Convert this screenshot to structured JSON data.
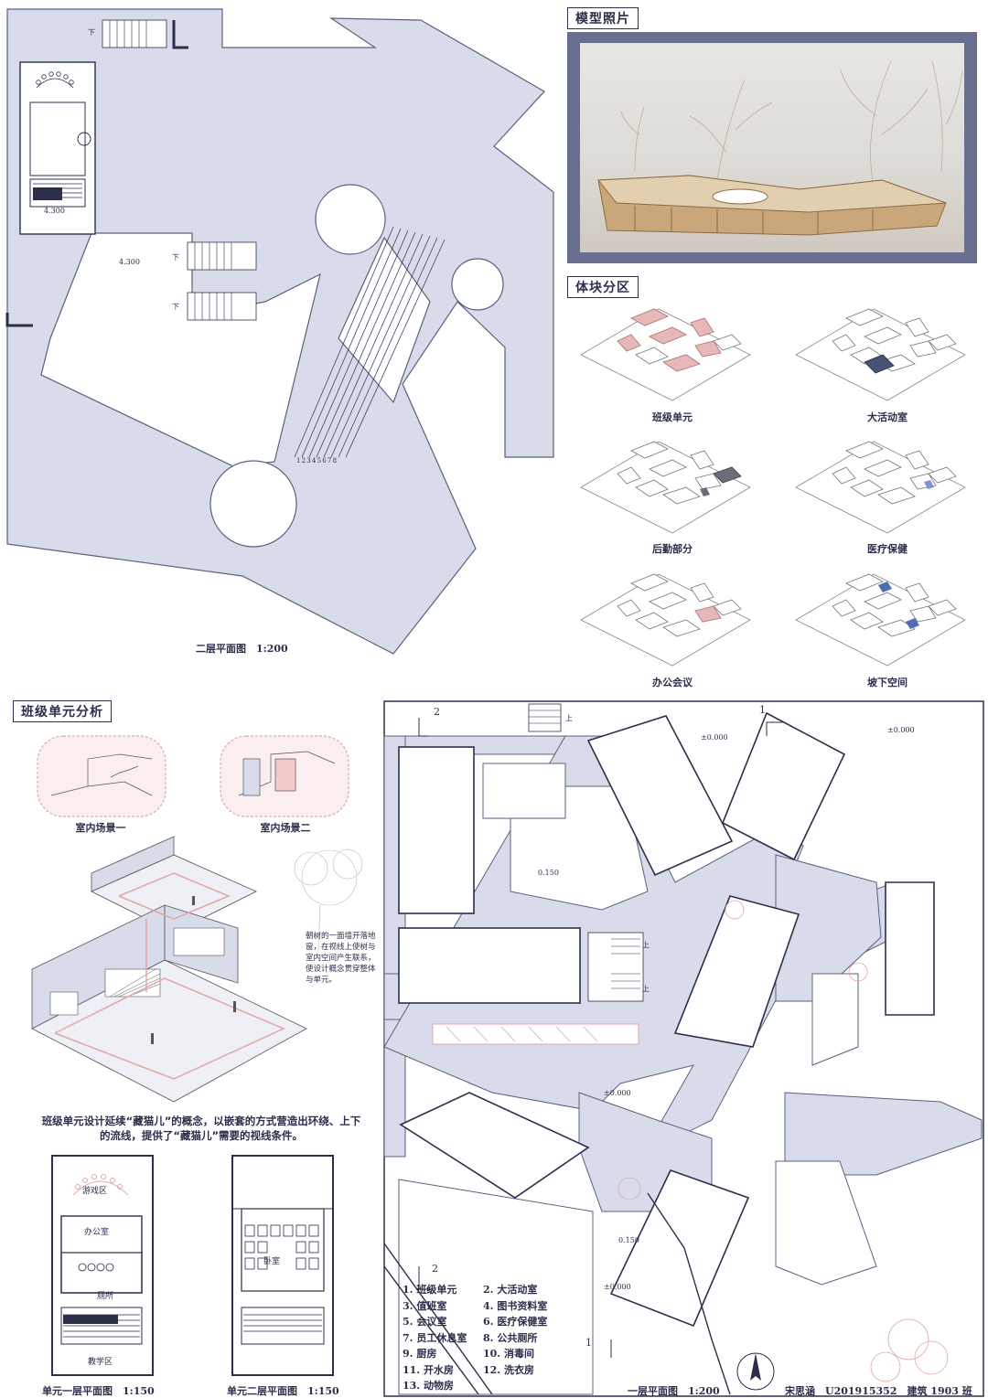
{
  "sections": {
    "model_photo_title": "模型照片",
    "massing_title": "体块分区",
    "class_unit_title": "班级单元分析"
  },
  "captions": {
    "second_floor": "二层平面图　1:200",
    "first_floor": "一层平面图　1:200",
    "unit_first": "单元一层平面图　1:150",
    "unit_second": "单元二层平面图　1:150",
    "author": "宋思涵　U201915352　建筑 1903 班"
  },
  "massing_labels": [
    "班级单元",
    "大活动室",
    "后勤部分",
    "医疗保健",
    "办公会议",
    "坡下空间"
  ],
  "scene_labels": [
    "室内场景一",
    "室内场景二"
  ],
  "annotation": "朝树的一面墙开落地窗，在视线上使树与室内空间产生联系，使设计概念贯穿整体与单元。",
  "description": "班级单元设计延续“藏猫儿”的概念，以嵌套的方式营造出环绕、上下的流线，提供了“藏猫儿”需要的视线条件。",
  "legend": [
    [
      "1. 班级单元",
      "2. 大活动室"
    ],
    [
      "3. 值班室",
      "4. 图书资料室"
    ],
    [
      "5. 会议室",
      "6. 医疗保健室"
    ],
    [
      "7. 员工休息室",
      "8. 公共厕所"
    ],
    [
      "9. 厨房",
      "10. 消毒间"
    ],
    [
      "11. 开水房",
      "12. 洗衣房"
    ],
    [
      "13. 动物房",
      ""
    ]
  ],
  "plan_marks": {
    "elev_4300": "4.300",
    "elev_zero": "±0.000",
    "elev_0150": "0.150",
    "down": "下",
    "up": "上",
    "section_1": "1",
    "section_2": "2",
    "room_play": "游戏区",
    "room_office": "办公室",
    "room_toilet": "厕所",
    "room_teach": "教学区",
    "room_sleep": "卧室",
    "stair_numbers": "12345678"
  },
  "colors": {
    "plan_fill": "#d7dbea",
    "ink": "#2b2f4a",
    "class_unit": "#e8b8b8",
    "activity": "#4a5275",
    "logistics": "#6b6d78",
    "medical": "#8096c8",
    "office": "#e8b8b8",
    "underground": "#4f6db0"
  }
}
